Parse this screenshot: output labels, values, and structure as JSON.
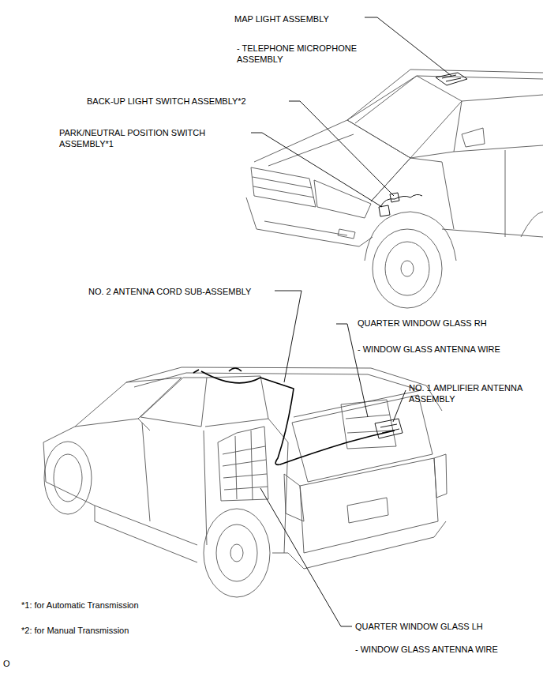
{
  "diagram": {
    "labels": [
      "MAP LIGHT ASSEMBLY",
      "- TELEPHONE MICROPHONE ASSEMBLY",
      "BACK-UP LIGHT SWITCH ASSEMBLY*2",
      "PARK/NEUTRAL POSITION SWITCH ASSEMBLY*1",
      "NO. 2 ANTENNA CORD SUB-ASSEMBLY",
      "QUARTER WINDOW GLASS RH",
      "- WINDOW GLASS ANTENNA WIRE",
      "NO. 1 AMPLIFIER ANTENNA ASSEMBLY",
      "*1: for Automatic Transmission",
      "*2: for Manual Transmission",
      "QUARTER WINDOW GLASS LH",
      "- WINDOW GLASS ANTENNA WIRE",
      "O"
    ]
  }
}
